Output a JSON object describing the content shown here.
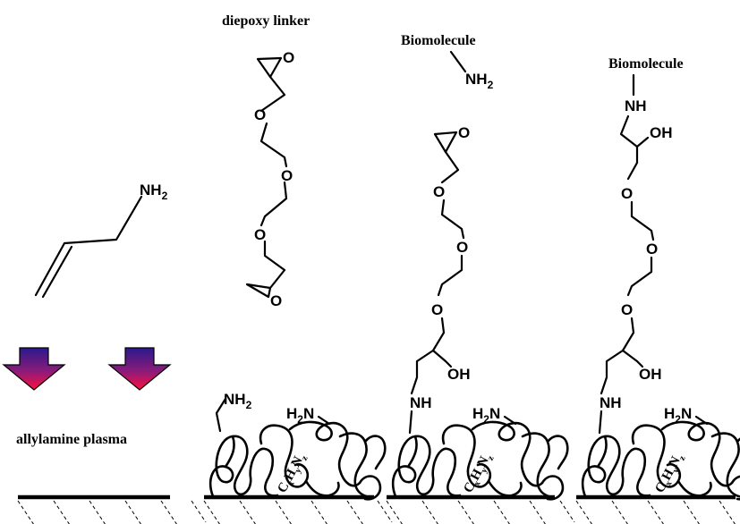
{
  "labels": {
    "diepoxy_linker": "diepoxy linker",
    "biomolecule": "Biomolecule",
    "allylamine_plasma": "allylamine plasma"
  },
  "atoms": {
    "O": "O",
    "NH": "NH",
    "OH": "OH",
    "NH2_main": "NH",
    "NH2_sub": "2",
    "H2N_H": "H",
    "H2N_sub": "2",
    "H2N_N": "N",
    "CxHyNz_C": "C",
    "CxHyNz_x": "x",
    "CxHyNz_H": "H",
    "CxHyNz_y": "y",
    "CxHyNz_N": "N",
    "CxHyNz_z": "z"
  },
  "colors": {
    "arrow_top": "#2a1a8c",
    "arrow_mid": "#8a1b7a",
    "arrow_bottom": "#ff1040",
    "ink": "#000000"
  }
}
